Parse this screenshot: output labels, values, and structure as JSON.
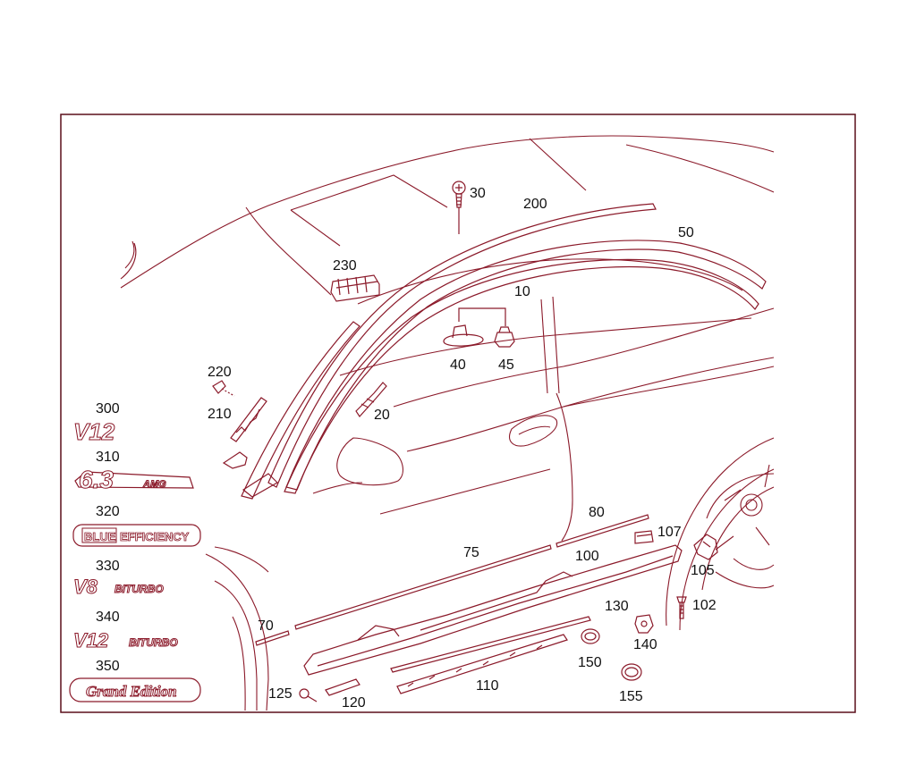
{
  "colors": {
    "line": "#8b1a2a",
    "label": "#111111",
    "frame": "#5a0f1a",
    "background": "#ffffff"
  },
  "callouts": {
    "c10": "10",
    "c20": "20",
    "c30": "30",
    "c40": "40",
    "c45": "45",
    "c50": "50",
    "c70": "70",
    "c75": "75",
    "c80": "80",
    "c100": "100",
    "c102": "102",
    "c105": "105",
    "c107": "107",
    "c110": "110",
    "c120": "120",
    "c125": "125",
    "c130": "130",
    "c140": "140",
    "c150": "150",
    "c155": "155",
    "c200": "200",
    "c210": "210",
    "c220": "220",
    "c230": "230",
    "c300": "300",
    "c310": "310",
    "c320": "320",
    "c330": "330",
    "c340": "340",
    "c350": "350"
  },
  "badges": {
    "v12": "V12",
    "amg_number": "6.3",
    "amg_word": "AMG",
    "blue": "BLUE",
    "efficiency": "EFFICIENCY",
    "v8": "V8",
    "v12b": "V12",
    "biturbo": "BITURBO",
    "grand_edition": "Grand Edition"
  }
}
